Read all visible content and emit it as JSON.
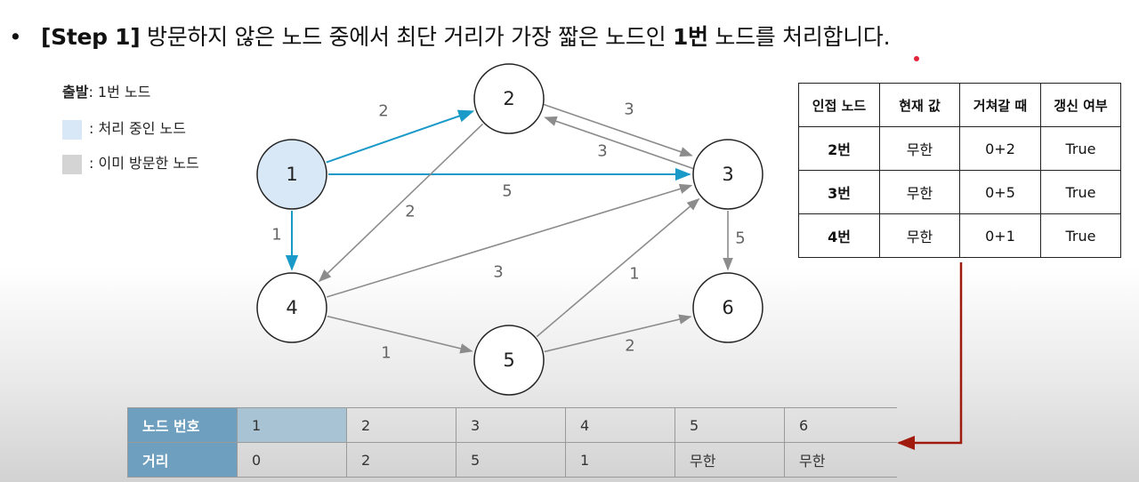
{
  "heading": {
    "bullet": "•",
    "step": "[Step 1]",
    "text_a": " 방문하지 않은 노드 중에서 최단 거리가 가장 짧은 노드인 ",
    "node": "1번",
    "text_b": " 노드를 처리합니다."
  },
  "legend": {
    "start_label": "출발",
    "start_value": ": 1번 노드",
    "processing_label": ": 처리 중인 노드",
    "visited_label": ": 이미 방문한 노드",
    "processing_color": "#d8e8f7",
    "visited_color": "#d4d4d4"
  },
  "colors": {
    "highlight_edge": "#1a9ac9",
    "normal_edge": "#8c8c8c",
    "arrow_link": "#a11a0e",
    "node_fill": "#ffffff",
    "current_node_fill": "#d8e8f7"
  },
  "graph": {
    "nodes": [
      {
        "id": "1",
        "label": "1",
        "state": "processing"
      },
      {
        "id": "2",
        "label": "2",
        "state": "unvisited"
      },
      {
        "id": "3",
        "label": "3",
        "state": "unvisited"
      },
      {
        "id": "4",
        "label": "4",
        "state": "unvisited"
      },
      {
        "id": "5",
        "label": "5",
        "state": "unvisited"
      },
      {
        "id": "6",
        "label": "6",
        "state": "unvisited"
      }
    ],
    "edges": [
      {
        "from": "1",
        "to": "2",
        "weight": "2",
        "highlight": true
      },
      {
        "from": "1",
        "to": "3",
        "weight": "5",
        "highlight": true
      },
      {
        "from": "1",
        "to": "4",
        "weight": "1",
        "highlight": true
      },
      {
        "from": "2",
        "to": "3",
        "weight": "3",
        "highlight": false
      },
      {
        "from": "3",
        "to": "2",
        "weight": "3",
        "highlight": false
      },
      {
        "from": "2",
        "to": "4",
        "weight": "2",
        "highlight": false
      },
      {
        "from": "3",
        "to": "6",
        "weight": "5",
        "highlight": false
      },
      {
        "from": "4",
        "to": "3",
        "weight": "3",
        "highlight": false
      },
      {
        "from": "4",
        "to": "5",
        "weight": "1",
        "highlight": false
      },
      {
        "from": "5",
        "to": "3",
        "weight": "1",
        "highlight": false
      },
      {
        "from": "5",
        "to": "6",
        "weight": "2",
        "highlight": false
      }
    ]
  },
  "adjacency_table": {
    "headers": [
      "인접 노드",
      "현재 값",
      "거쳐갈 때",
      "갱신 여부"
    ],
    "rows": [
      [
        "2번",
        "무한",
        "0+2",
        "True"
      ],
      [
        "3번",
        "무한",
        "0+5",
        "True"
      ],
      [
        "4번",
        "무한",
        "0+1",
        "True"
      ]
    ]
  },
  "distance_table": {
    "node_header": "노드 번호",
    "dist_header": "거리",
    "nodes": [
      "1",
      "2",
      "3",
      "4",
      "5",
      "6"
    ],
    "distances": [
      "0",
      "2",
      "5",
      "1",
      "무한",
      "무한"
    ]
  }
}
